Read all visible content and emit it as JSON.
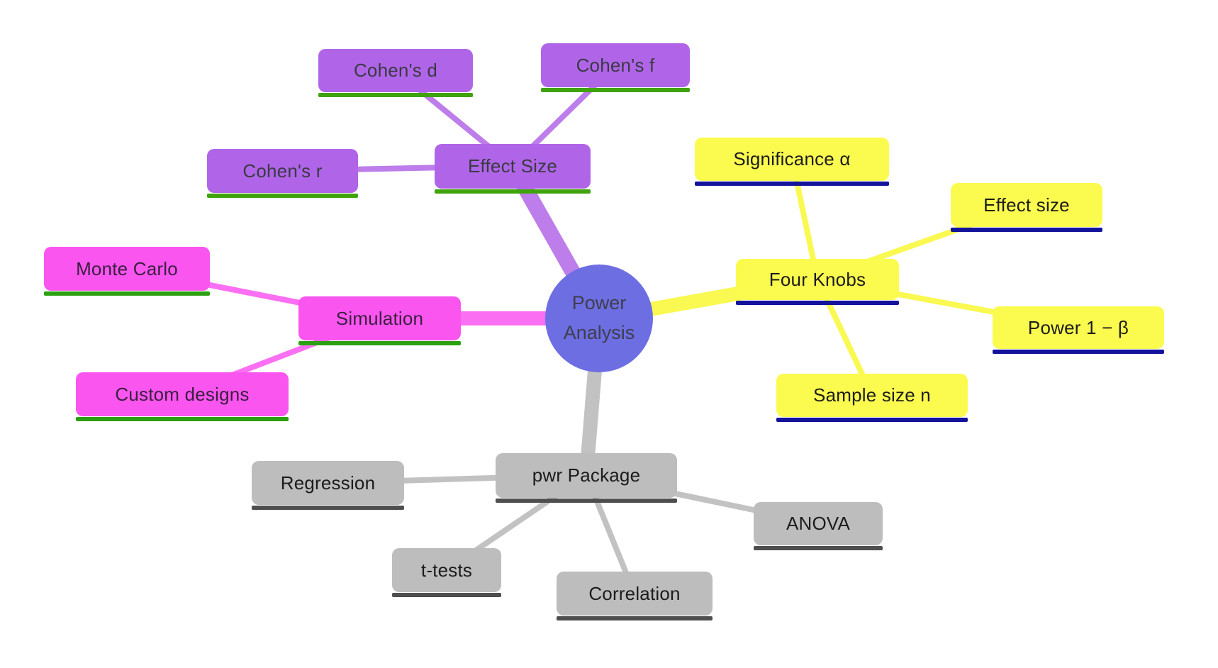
{
  "mindmap": {
    "center": {
      "label_line1": "Power",
      "label_line2": "Analysis",
      "fill": "#6e6ee3",
      "text_color": "#3d3f4c"
    },
    "branches": [
      {
        "label": "Effect Size",
        "fill": "#b065e8",
        "line_color": "#bd7dea",
        "underline_color": "#3fa30c",
        "text_color": "#3a3a42",
        "children": [
          {
            "label": "Cohen's d"
          },
          {
            "label": "Cohen's f"
          },
          {
            "label": "Cohen's r"
          }
        ]
      },
      {
        "label": "Four Knobs",
        "fill": "#fbfb4f",
        "line_color": "#f9f952",
        "underline_color": "#12129b",
        "text_color": "#1c1c1c",
        "children": [
          {
            "label": "Significance α"
          },
          {
            "label": "Effect size"
          },
          {
            "label": "Power 1 − β"
          },
          {
            "label": "Sample size n"
          }
        ]
      },
      {
        "label": "Simulation",
        "fill": "#fb55f0",
        "line_color": "#fb6ff2",
        "underline_color": "#2ba011",
        "text_color": "#3a2040",
        "children": [
          {
            "label": "Monte Carlo"
          },
          {
            "label": "Custom designs"
          }
        ]
      },
      {
        "label": "pwr Package",
        "fill": "#bdbdbd",
        "line_color": "#c2c2c2",
        "underline_color": "#4e4e4e",
        "text_color": "#1c1c1c",
        "children": [
          {
            "label": "Regression"
          },
          {
            "label": "t-tests"
          },
          {
            "label": "Correlation"
          },
          {
            "label": "ANOVA"
          }
        ]
      }
    ]
  }
}
